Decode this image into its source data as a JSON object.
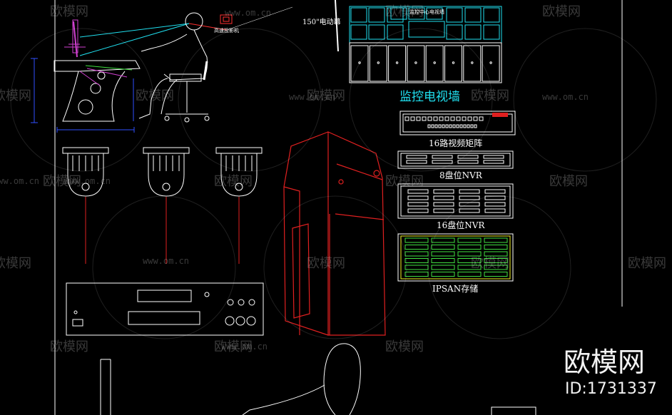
{
  "colors": {
    "background": "#000000",
    "cyan": "#20e0f0",
    "white": "#ffffff",
    "red": "#e02020",
    "magenta": "#d040d0",
    "green": "#40e040",
    "blue": "#3050ff",
    "yellow": "#f0f020"
  },
  "labels": {
    "projector": "高速投影机",
    "screen": "150\"电动幕",
    "tv_wall_header": "监控中心电视墙",
    "tv_wall": "监控电视墙",
    "matrix": "16路视频矩阵",
    "nvr8": "8盘位NVR",
    "nvr16": "16盘位NVR",
    "ipsan": "IPSAN存储"
  },
  "watermark": {
    "brand": "欧模网",
    "url": "www.om.cn"
  },
  "brand_corner": {
    "name": "欧模网",
    "id": "ID:1731337"
  }
}
